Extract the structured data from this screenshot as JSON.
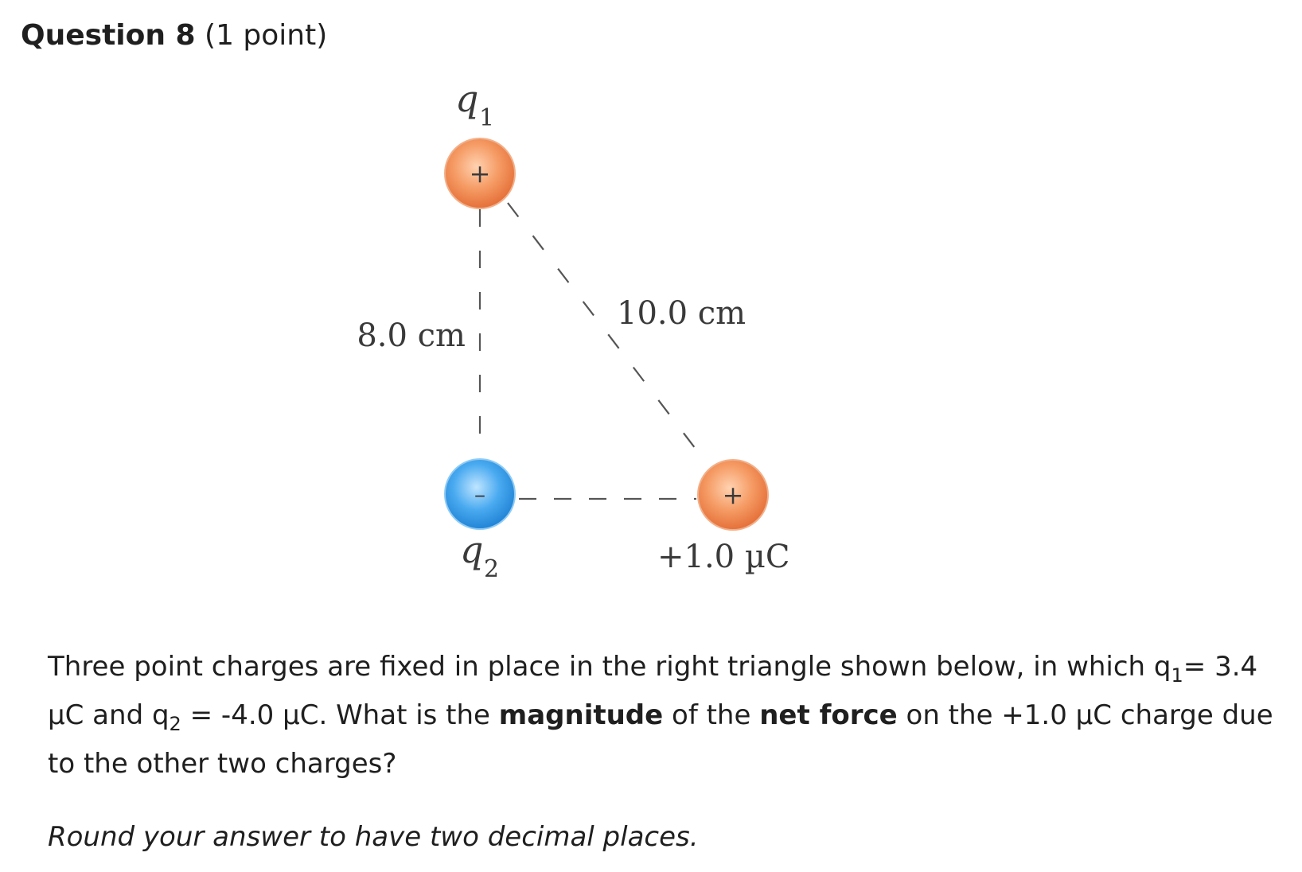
{
  "question": {
    "title": "Question 8",
    "points": "(1 point)"
  },
  "figure": {
    "q1_label": "q",
    "q1_sub": "1",
    "q2_label": "q",
    "q2_sub": "2",
    "q1_sign": "+",
    "q2_sign": "–",
    "q3_sign": "+",
    "side_vertical": "8.0 cm",
    "side_hypotenuse": "10.0 cm",
    "q3_label": "+1.0 µC",
    "colors": {
      "positive_charge": "#f08a56",
      "negative_charge": "#3aa0e8",
      "dash": "#555555"
    }
  },
  "body": {
    "t1": "Three point charges are fixed in place in the right triangle shown below, in which q",
    "s1": "1",
    "t2": "= 3.4 µC and q",
    "s2": "2",
    "t3": " = -4.0 µC. What is the ",
    "b1": "magnitude",
    "t4": " of the ",
    "b2": "net force",
    "t5": " on the +1.0 µC charge due to the other two charges?"
  },
  "instruction": "Round your answer to have two decimal places."
}
